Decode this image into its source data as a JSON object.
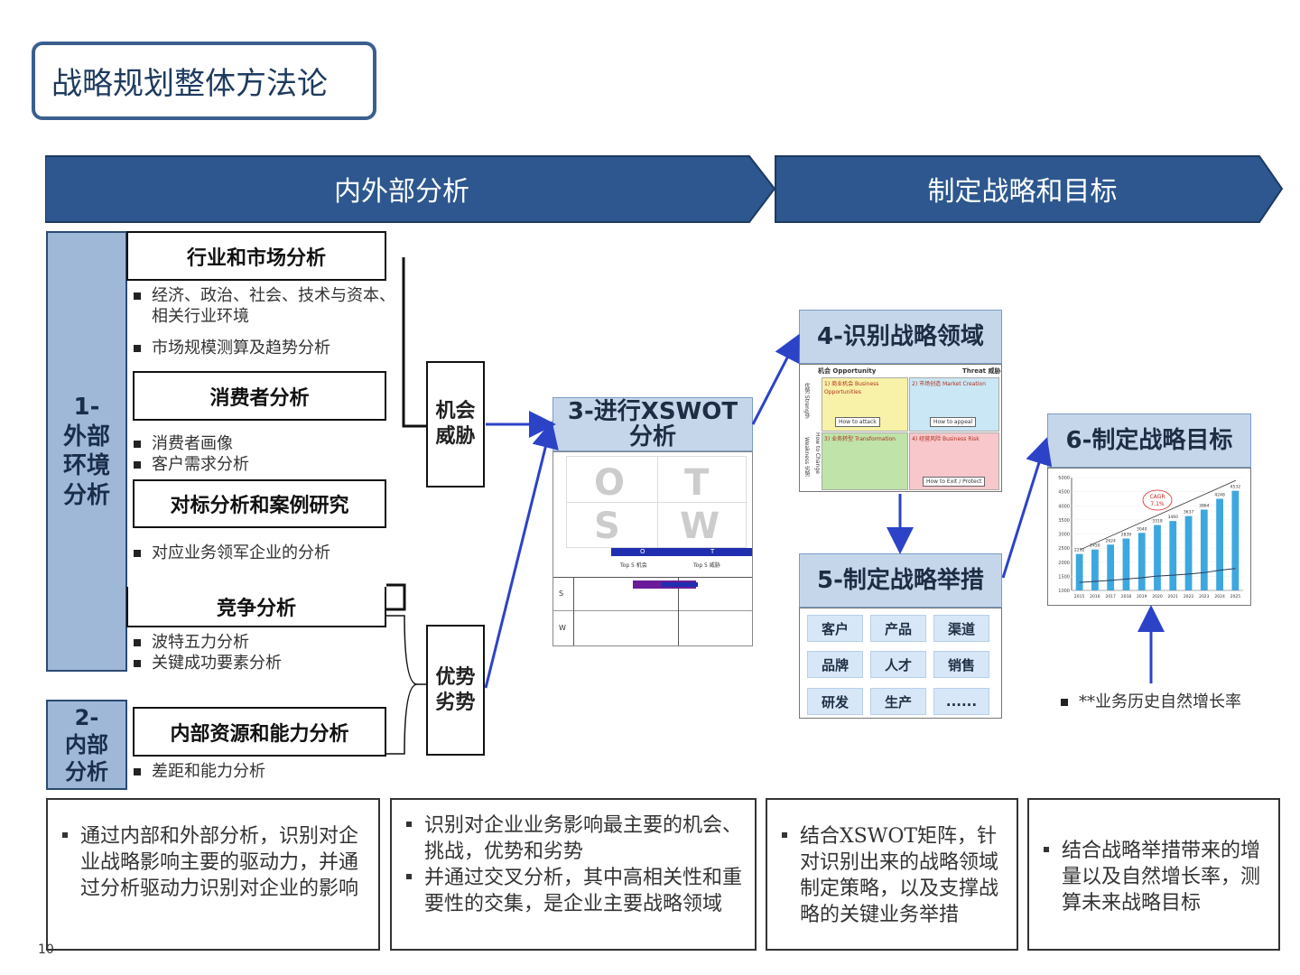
{
  "title": "战略规划整体方法论",
  "banners": {
    "left": "内外部分析",
    "right": "制定战略和目标"
  },
  "side_labels": {
    "external": "1-\n外部\n环境\n分析",
    "internal": "2-\n内部\n分析"
  },
  "sections": {
    "industry": {
      "heading": "行业和市场分析",
      "bullets": [
        "经济、政治、社会、技术与资本、相关行业环境",
        "市场规模测算及趋势分析"
      ]
    },
    "consumer": {
      "heading": "消费者分析",
      "bullets": [
        "消费者画像",
        "客户需求分析"
      ]
    },
    "benchmark": {
      "heading": "对标分析和案例研究",
      "bullets": [
        "对应业务领军企业的分析"
      ]
    },
    "competition": {
      "heading": "竞争分析",
      "bullets": [
        "波特五力分析",
        "关键成功要素分析"
      ]
    },
    "internal": {
      "heading": "内部资源和能力分析",
      "bullets": [
        "差距和能力分析"
      ]
    }
  },
  "tags": {
    "opp": "机会\n威胁",
    "str": "优势\n劣势"
  },
  "steps": {
    "s3": "3-进行XSWOT\n分析",
    "s4": "4-识别战略领域",
    "s5": "5-制定战略举措",
    "s6": "6-制定战略目标"
  },
  "swot_letters": [
    "O",
    "T",
    "S",
    "W"
  ],
  "swot_matrix": {
    "col_o": "O",
    "col_t": "T",
    "top_o": "Top 5 机会",
    "top_t": "Top 5 威胁",
    "row_s": "S",
    "row_w": "W"
  },
  "s4_matrix": {
    "opportunity": "机会 Opportunity",
    "threat": "Threat 威胁",
    "strength": "优势 Strength",
    "weakness": "Weakness 劣势",
    "how_change": "How to Change",
    "q1": "1) 商业机会 Business Opportunities",
    "q2": "2) 市场创造 Market Creation",
    "q3": "3) 业务转型 Transformation",
    "q4": "4) 经营风险 Business Risk",
    "btn1": "How to attack",
    "btn2": "How to appeal",
    "btn3": "How to Exit / Protect",
    "colors": {
      "q1": "#f7f2a8",
      "q2": "#c9e7f5",
      "q3": "#bfe3a8",
      "q4": "#f7c7cb"
    }
  },
  "s5_chips": [
    "客户",
    "产品",
    "渠道",
    "品牌",
    "人才",
    "销售",
    "研发",
    "生产",
    "......"
  ],
  "growth_note": "**业务历史自然增长率",
  "chart_data": {
    "type": "bar",
    "categories": [
      "2015",
      "2016",
      "2017",
      "2018",
      "2019",
      "2020",
      "2021",
      "2022",
      "2023",
      "2024",
      "2025"
    ],
    "values": [
      2292,
      2450,
      2624,
      2839,
      3040,
      3318,
      3460,
      3637,
      3864,
      4248,
      4532
    ],
    "ylim": [
      1000,
      5000
    ],
    "yticks": [
      "5000",
      "4500",
      "4000",
      "3500",
      "3000",
      "2500",
      "2000",
      "1500",
      "1000"
    ],
    "annotation": "CAGR\n7.1%"
  },
  "bottom": {
    "b1": [
      "通过内部和外部分析，识别对企业战略影响主要的驱动力，并通过分析驱动力识别对企业的影响"
    ],
    "b2": [
      "识别对企业业务影响最主要的机会、挑战，优势和劣势",
      "并通过交叉分析，其中高相关性和重要性的交集，是企业主要战略领域"
    ],
    "b3": [
      "结合XSWOT矩阵，针对识别出来的战略领域制定策略，以及支撑战略的关键业务举措"
    ],
    "b4": [
      "结合战略举措带来的增量以及自然增长率，测算未来战略目标"
    ]
  },
  "page_number": "10",
  "colors": {
    "banner": "#2d578e",
    "side": "#9fb8d8",
    "step": "#c6d6ea",
    "arrow": "#2c43c7",
    "bar": "#3da7e0"
  }
}
